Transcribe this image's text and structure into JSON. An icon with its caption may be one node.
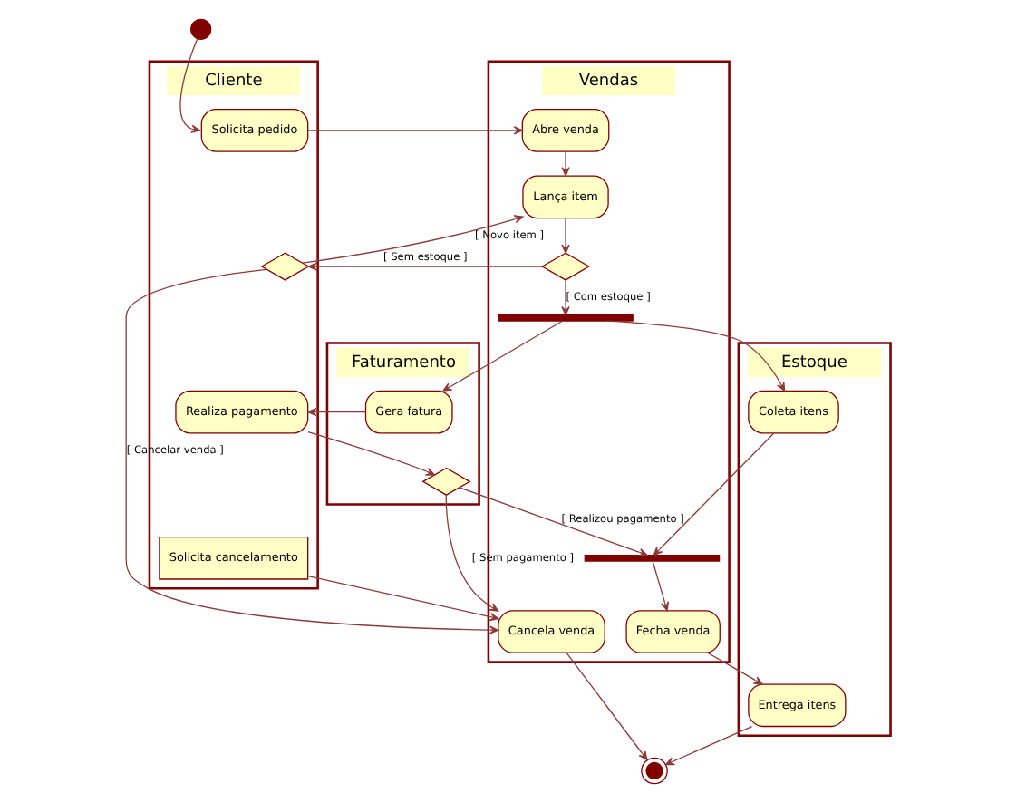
{
  "diagram": {
    "nodes": [
      {
        "text": [
          "Cliente"
        ]
      },
      {
        "text": [
          "Faturamento"
        ]
      },
      {
        "text": [
          "Vendas"
        ]
      },
      {
        "text": [
          "Estoque"
        ]
      },
      {
        "text": [],
        "shape": "circle"
      },
      {
        "text": [
          "Solicita pedido"
        ],
        "in": 0
      },
      {
        "text": [
          "Abre venda"
        ],
        "in": 2
      },
      {
        "text": [
          "Lança item"
        ],
        "in": 2
      },
      {
        "text": [],
        "shape": "diamond",
        "in": 0
      },
      {
        "text": [],
        "shape": "diamond",
        "in": 2
      },
      {
        "text": [],
        "shape": "bar",
        "in": 2
      },
      {
        "text": [
          "Realiza pagamento"
        ],
        "in": 0
      },
      {
        "text": [
          "Gera fatura"
        ],
        "in": 1
      },
      {
        "text": [
          "Coleta itens"
        ],
        "in": 3
      },
      {
        "text": [],
        "shape": "diamond",
        "in": 1
      },
      {
        "text": [
          "Solicita cancelamento"
        ],
        "in": 0
      },
      {
        "text": [],
        "shape": "bar",
        "in": 2
      },
      {
        "text": [
          "Cancela venda"
        ],
        "in": 2
      },
      {
        "text": [
          "Fecha venda"
        ],
        "in": 2
      },
      {
        "text": [
          "Entrega itens"
        ],
        "in": 3
      },
      {
        "text": [],
        "shape": "circle"
      }
    ],
    "edges": [
      {
        "from": 4,
        "to": 5,
        "arrow": "to"
      },
      {
        "from": 5,
        "to": 6,
        "arrow": "to"
      },
      {
        "from": 6,
        "to": 7,
        "arrow": "to"
      },
      {
        "from": 7,
        "to": 9,
        "arrow": "to"
      },
      {
        "from": 9,
        "to": 8,
        "arrow": "to",
        "label": "[ Sem estoque ]"
      },
      {
        "from": 8,
        "to": 7,
        "arrow": "to",
        "label": "[ Novo item ]"
      },
      {
        "from": 8,
        "to": 17,
        "arrow": "to",
        "label": "[ Cancelar venda ]"
      },
      {
        "from": 9,
        "to": 10,
        "arrow": "to",
        "label": "[ Com estoque ]"
      },
      {
        "from": 10,
        "to": 12,
        "arrow": "to"
      },
      {
        "from": 10,
        "to": 13,
        "arrow": "to"
      },
      {
        "from": 12,
        "to": 11,
        "arrow": "to"
      },
      {
        "from": 11,
        "to": 14,
        "arrow": "to"
      },
      {
        "from": 14,
        "to": 16,
        "arrow": "to",
        "label": "[ Realizou pagamento ]"
      },
      {
        "from": 14,
        "to": 17,
        "arrow": "to",
        "label": "[ Sem pagamento ]"
      },
      {
        "from": 13,
        "to": 16,
        "arrow": "to"
      },
      {
        "from": 15,
        "to": 17,
        "arrow": "to"
      },
      {
        "from": 16,
        "to": 18,
        "arrow": "to"
      },
      {
        "from": 18,
        "to": 19,
        "arrow": "to"
      },
      {
        "from": 17,
        "to": 20,
        "arrow": "to"
      },
      {
        "from": 19,
        "to": 20,
        "arrow": "to"
      }
    ]
  }
}
